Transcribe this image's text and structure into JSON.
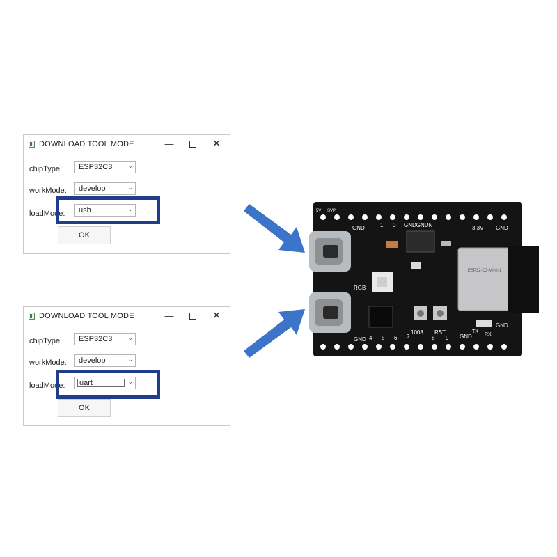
{
  "dialogs": [
    {
      "title": "DOWNLOAD TOOL MODE",
      "fields": {
        "chipType": {
          "label": "chipType:",
          "value": "ESP32C3"
        },
        "workMode": {
          "label": "workMode:",
          "value": "develop"
        },
        "loadMode": {
          "label": "loadMode:",
          "value": "usb"
        }
      },
      "ok_label": "OK"
    },
    {
      "title": "DOWNLOAD TOOL MODE",
      "fields": {
        "chipType": {
          "label": "chipType:",
          "value": "ESP32C3"
        },
        "workMode": {
          "label": "workMode:",
          "value": "develop"
        },
        "loadMode": {
          "label": "loadMode:",
          "value": "uart"
        }
      },
      "ok_label": "OK"
    }
  ],
  "window_controls": {
    "minimize": "—",
    "close": "✕"
  },
  "icons": {
    "dropdown": "chevron-down-icon",
    "app": "app-window-icon"
  },
  "colors": {
    "highlight": "#1f3d8b",
    "arrow": "#3b74c9",
    "board": "#141414",
    "silkscreen": "#ffffff"
  },
  "board": {
    "top_pins": [
      "GND",
      "1",
      "0",
      "GNDGNDN",
      "3.3V",
      "GND"
    ],
    "bottom_pins": [
      "GND",
      "4",
      "5",
      "6",
      "7",
      "8",
      "9",
      "GND"
    ],
    "edge_labels": [
      "3.3V",
      "TX",
      "RX",
      "GND"
    ],
    "other_labels": [
      "RGB",
      "1008",
      "RST",
      "5V",
      "SVP"
    ],
    "module_text": [
      "ESP32-C3-MINI-1"
    ]
  }
}
